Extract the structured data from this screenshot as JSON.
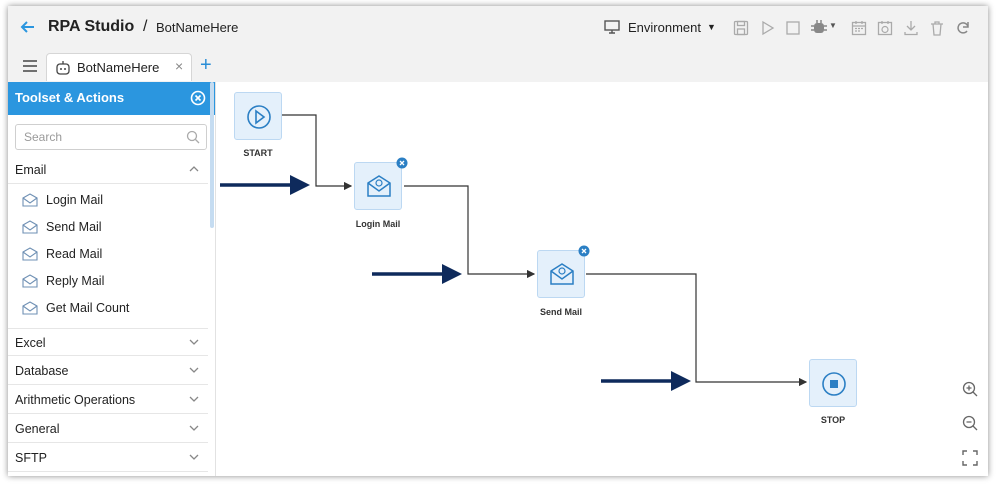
{
  "header": {
    "app_title": "RPA Studio",
    "separator": "/",
    "bot_name": "BotNameHere",
    "environment_label": "Environment"
  },
  "tabs": [
    {
      "label": "BotNameHere"
    }
  ],
  "panel": {
    "title": "Toolset & Actions",
    "search_placeholder": "Search",
    "categories": [
      {
        "label": "Email",
        "expanded": true,
        "items": [
          "Login Mail",
          "Send Mail",
          "Read Mail",
          "Reply Mail",
          "Get Mail Count"
        ]
      },
      {
        "label": "Excel",
        "expanded": false
      },
      {
        "label": "Database",
        "expanded": false
      },
      {
        "label": "Arithmetic Operations",
        "expanded": false
      },
      {
        "label": "General",
        "expanded": false
      },
      {
        "label": "SFTP",
        "expanded": false
      }
    ]
  },
  "canvas": {
    "nodes": [
      {
        "label": "START",
        "icon": "play-icon"
      },
      {
        "label": "Login Mail",
        "icon": "mail-icon"
      },
      {
        "label": "Send Mail",
        "icon": "mail-icon"
      },
      {
        "label": "STOP",
        "icon": "stop-icon"
      }
    ]
  },
  "colors": {
    "accent": "#2b96df",
    "node_bg": "#e4f0fb",
    "arrow": "#0e2a5c"
  }
}
